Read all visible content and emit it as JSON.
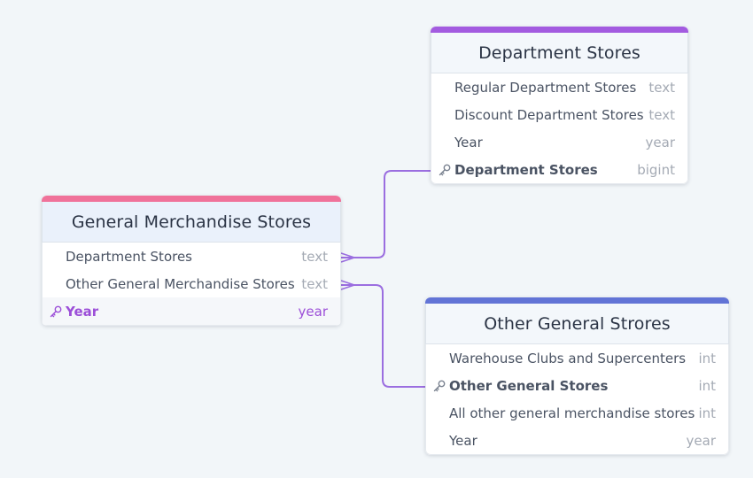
{
  "colors": {
    "background": "#f2f6f9",
    "connector": "#9b6ee0",
    "pk_accent": "#9c4fd8"
  },
  "tables": {
    "general_merchandise": {
      "title": "General Merchandise Stores",
      "accent": "#f0729a",
      "fields": [
        {
          "name": "Department Stores",
          "type": "text",
          "pk": false
        },
        {
          "name": "Other General Merchandise Stores",
          "type": "text",
          "pk": false
        },
        {
          "name": "Year",
          "type": "year",
          "pk": true
        }
      ]
    },
    "department_stores": {
      "title": "Department Stores",
      "accent": "#a35be0",
      "fields": [
        {
          "name": "Regular Department Stores",
          "type": "text",
          "pk": false
        },
        {
          "name": "Discount Department Stores",
          "type": "text",
          "pk": false
        },
        {
          "name": "Year",
          "type": "year",
          "pk": false
        },
        {
          "name": "Department Stores",
          "type": "bigint",
          "pk": true
        }
      ]
    },
    "other_general": {
      "title": "Other General Strores",
      "accent": "#6274d6",
      "fields": [
        {
          "name": "Warehouse Clubs and Supercenters",
          "type": "int",
          "pk": false
        },
        {
          "name": "Other General Stores",
          "type": "int",
          "pk": true
        },
        {
          "name": "All other general merchandise stores",
          "type": "int",
          "pk": false
        },
        {
          "name": "Year",
          "type": "year",
          "pk": false
        }
      ]
    }
  },
  "relations": [
    {
      "from": "General Merchandise Stores.Department Stores",
      "to": "Department Stores.Department Stores"
    },
    {
      "from": "General Merchandise Stores.Other General Merchandise Stores",
      "to": "Other General Strores.Other General Stores"
    }
  ]
}
